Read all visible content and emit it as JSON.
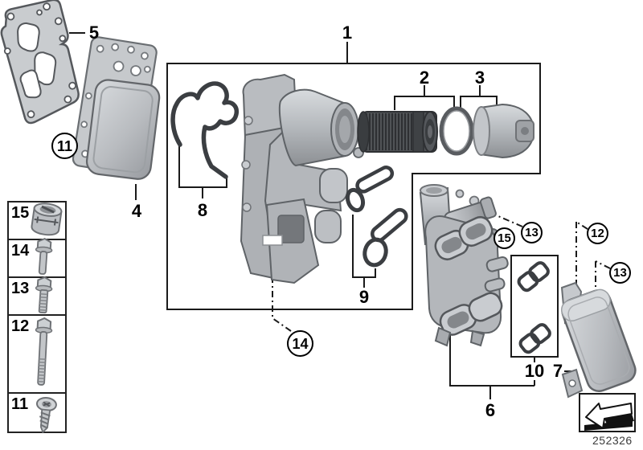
{
  "doc_number": "252326",
  "part_labels": {
    "p1": "1",
    "p2": "2",
    "p3": "3",
    "p4": "4",
    "p5": "5",
    "p6": "6",
    "p7": "7",
    "p8": "8",
    "p9": "9",
    "p10": "10"
  },
  "callouts": {
    "c11": "11",
    "c12": "12",
    "c13a": "13",
    "c13b": "13",
    "c14": "14",
    "c15": "15"
  },
  "legend": {
    "rows": [
      {
        "number": "15",
        "icon": "sealing-plug-icon"
      },
      {
        "number": "14",
        "icon": "hex-bolt-icon"
      },
      {
        "number": "13",
        "icon": "hex-bolt-threaded-icon"
      },
      {
        "number": "12",
        "icon": "long-hex-bolt-icon"
      },
      {
        "number": "11",
        "icon": "self-tapping-screw-icon"
      }
    ]
  },
  "stamp": {
    "icon": "direction-arrow-icon"
  },
  "colors": {
    "background": "#ffffff",
    "line": "#000000",
    "metal_light": "#d6d9dc",
    "metal_mid": "#b4b8bc",
    "metal_dark": "#8d9094",
    "outline": "#5f6367",
    "rubber": "#3b3e42",
    "filter": "#46484b"
  }
}
